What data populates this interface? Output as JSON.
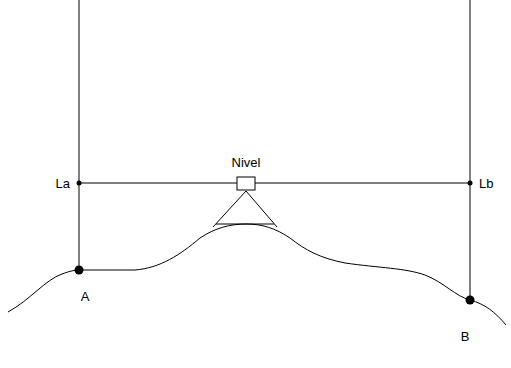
{
  "diagram": {
    "labels": [
      "Nivel",
      "La",
      "Lb",
      "A",
      "B"
    ]
  }
}
